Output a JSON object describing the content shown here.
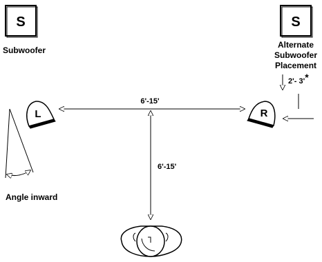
{
  "subwoofer": {
    "icon_letter": "S",
    "caption": "Subwoofer"
  },
  "alt_subwoofer": {
    "icon_letter": "S",
    "caption_line1": "Alternate",
    "caption_line2": "Subwoofer",
    "caption_line3": "Placement",
    "distance": "2'- 3'",
    "footnote_mark": "*"
  },
  "speakers": {
    "left_letter": "L",
    "right_letter": "R"
  },
  "dimensions": {
    "speaker_spacing": "6'-15'",
    "listening_distance": "6'-15'"
  },
  "angle_label": "Angle inward",
  "colors": {
    "line": "#000000",
    "background": "#ffffff"
  }
}
